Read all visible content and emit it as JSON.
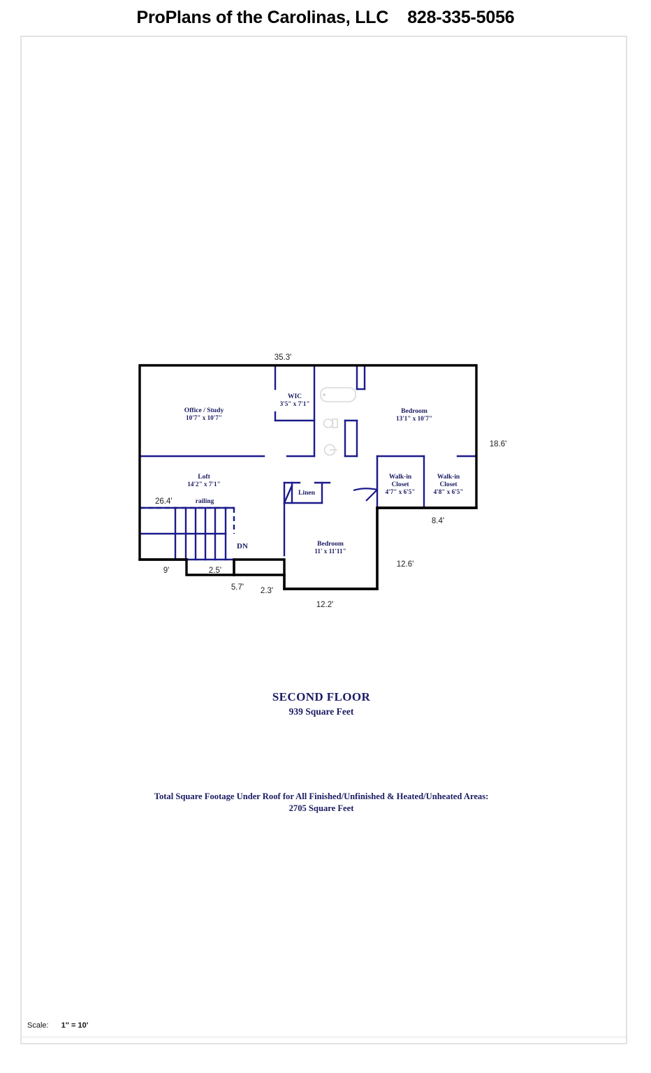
{
  "header": {
    "company": "ProPlans of the Carolinas, LLC",
    "phone": "828-335-5056",
    "title": "ProPlans of the Carolinas, LLC    828-335-5056"
  },
  "floorplan": {
    "floor_caption": "SECOND FLOOR",
    "floor_area": "939 Square Feet",
    "rooms": [
      {
        "name": "Office / Study",
        "dims": "10'7\" x 10'7\""
      },
      {
        "name": "WIC",
        "dims": "3'5\" x 7'1\""
      },
      {
        "name": "Bedroom",
        "dims": "13'1\" x 10'7\""
      },
      {
        "name": "Loft",
        "dims": "14'2\" x 7'1\""
      },
      {
        "name": "Walk-in Closet",
        "dims": "4'7\" x 6'5\"",
        "name_line1": "Walk-in",
        "name_line2": "Closet"
      },
      {
        "name": "Walk-in Closet",
        "dims": "4'8\" x 6'5\"",
        "name_line1": "Walk-in",
        "name_line2": "Closet"
      },
      {
        "name": "Linen",
        "dims": ""
      },
      {
        "name": "Bedroom",
        "dims": "11' x 11'11\""
      }
    ],
    "annotations": {
      "railing": "railing",
      "stairs_down": "DN"
    },
    "dimensions": {
      "top": "35.3'",
      "right_upper": "18.6'",
      "right_closet": "8.4'",
      "right_lower": "12.6'",
      "left": "26.4'",
      "bottom_a": "9'",
      "bottom_b": "2.5'",
      "bottom_c": "5.7'",
      "bottom_d": "2.3'",
      "bottom_e": "12.2'"
    }
  },
  "totals": {
    "line1": "Total Square Footage Under Roof for All Finished/Unfinished & Heated/Unheated Areas:",
    "line2": "2705 Square Feet"
  },
  "footer": {
    "scale_label": "Scale:",
    "scale_value": "1'' = 10'"
  },
  "colors": {
    "wall_exterior": "#000000",
    "wall_interior": "#1b1b8c",
    "text_navy": "#1b1b63",
    "fixture_gray": "#d8d8d8",
    "frame_gray": "#e2e2e2"
  }
}
